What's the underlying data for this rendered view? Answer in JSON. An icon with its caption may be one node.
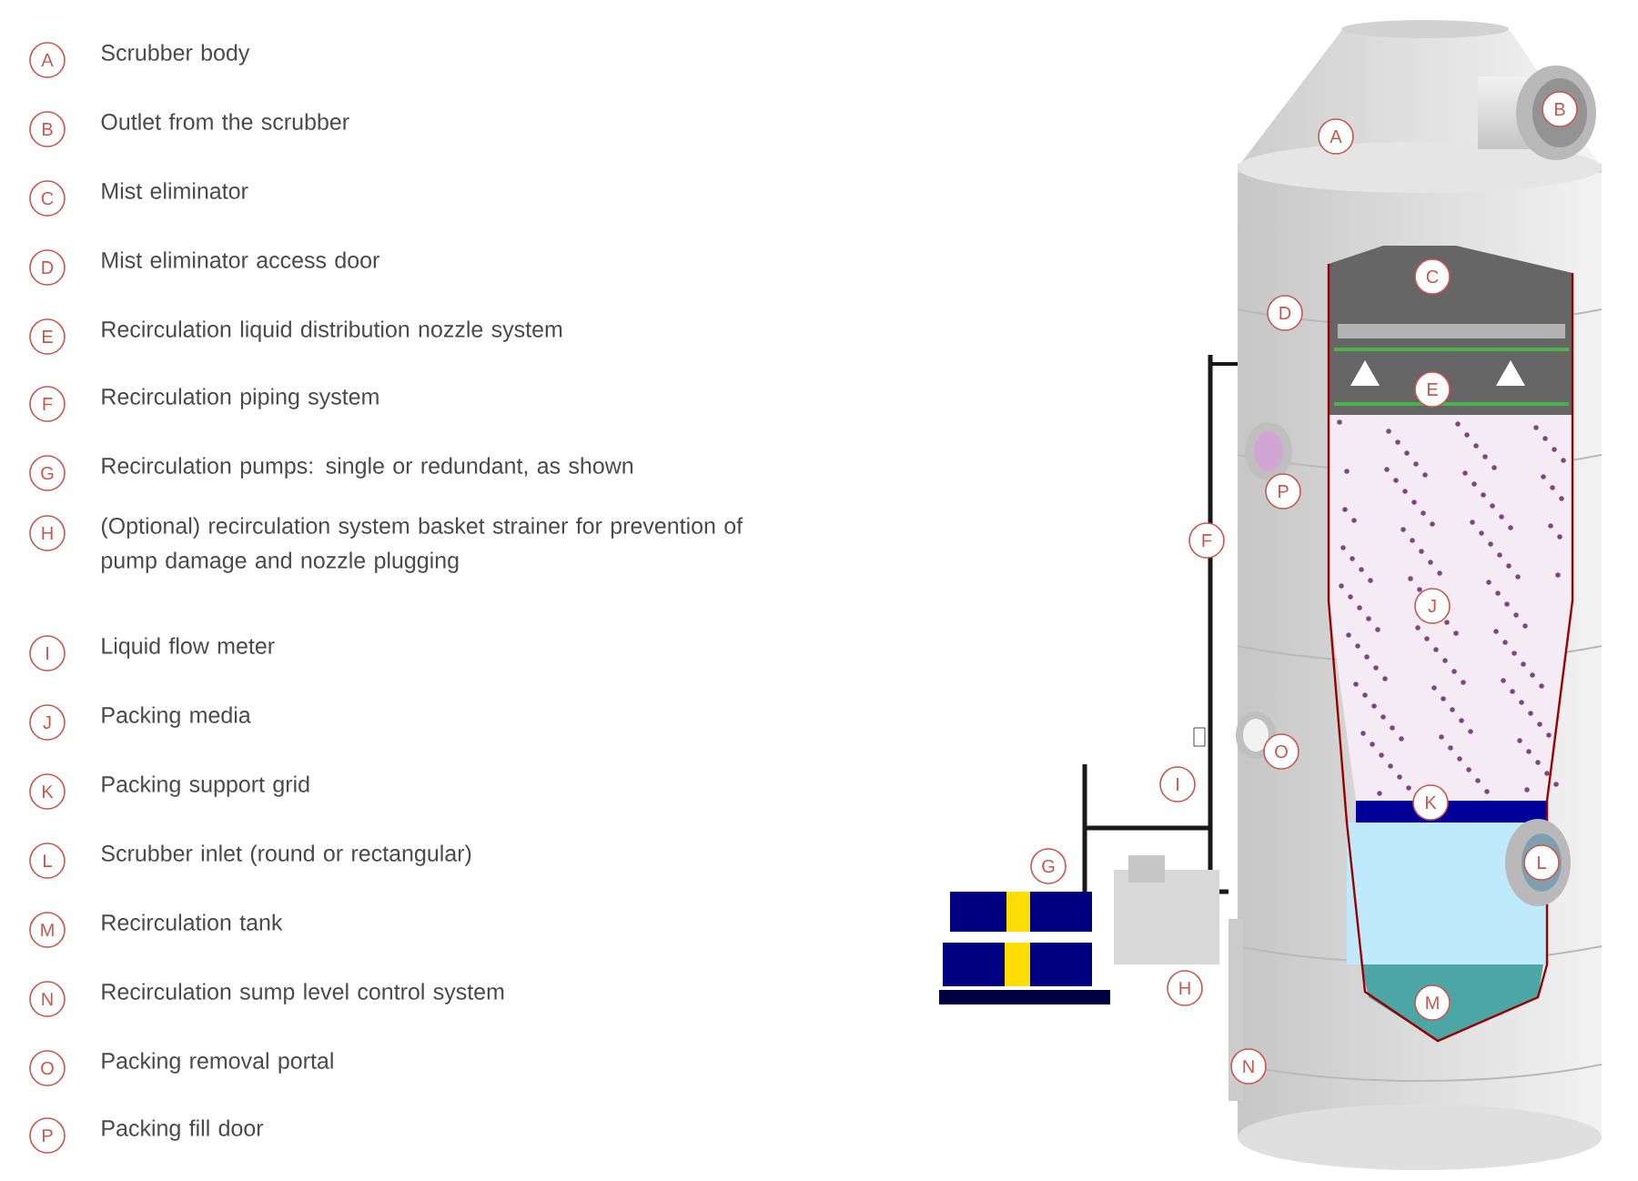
{
  "diagram": {
    "nodes": [
      {
        "text": [
          "A"
        ],
        "beside": [
          "Scrubber body"
        ]
      },
      {
        "text": [
          "B"
        ],
        "beside": [
          "Outlet from the scrubber"
        ]
      },
      {
        "text": [
          "C"
        ],
        "beside": [
          "Mist eliminator"
        ]
      },
      {
        "text": [
          "D"
        ],
        "beside": [
          "Mist eliminator access door"
        ]
      },
      {
        "text": [
          "E"
        ],
        "beside": [
          "Recirculation liquid distribution nozzle system"
        ]
      },
      {
        "text": [
          "F"
        ],
        "beside": [
          "Recirculation piping system"
        ]
      },
      {
        "text": [
          "G"
        ],
        "beside": [
          "Recirculation pumps: single or redundant, as shown"
        ]
      },
      {
        "text": [
          "H"
        ],
        "beside": [
          "(Optional) recirculation system basket strainer for prevention of pump damage and nozzle plugging"
        ]
      },
      {
        "text": [
          "I"
        ],
        "beside": [
          "Liquid flow meter"
        ]
      },
      {
        "text": [
          "J"
        ],
        "beside": [
          "Packing media"
        ]
      },
      {
        "text": [
          "K"
        ],
        "beside": [
          "Packing support grid"
        ]
      },
      {
        "text": [
          "L"
        ],
        "beside": [
          "Scrubber inlet (round or rectangular)"
        ]
      },
      {
        "text": [
          "M"
        ],
        "beside": [
          "Recirculation tank"
        ]
      },
      {
        "text": [
          "N"
        ],
        "beside": [
          "Recirculation sump level control system"
        ]
      },
      {
        "text": [
          "O"
        ],
        "beside": [
          "Packing removal portal"
        ]
      },
      {
        "text": [
          "P"
        ],
        "beside": [
          "Packing fill door"
        ]
      },
      {
        "text": [
          "B"
        ]
      },
      {
        "text": [
          "A"
        ]
      },
      {
        "text": [
          "C"
        ]
      },
      {
        "text": [
          "D"
        ]
      },
      {
        "text": [
          "E"
        ]
      },
      {
        "text": [
          "P"
        ]
      },
      {
        "text": [
          "F"
        ]
      },
      {
        "text": [
          "J"
        ]
      },
      {
        "text": [
          "O"
        ]
      },
      {
        "text": [
          "I"
        ]
      },
      {
        "text": [
          "K"
        ]
      },
      {
        "text": [
          "L"
        ]
      },
      {
        "text": [
          "G"
        ]
      },
      {
        "text": [
          "H"
        ]
      },
      {
        "text": [
          "M"
        ]
      },
      {
        "text": [
          "N"
        ]
      }
    ]
  }
}
